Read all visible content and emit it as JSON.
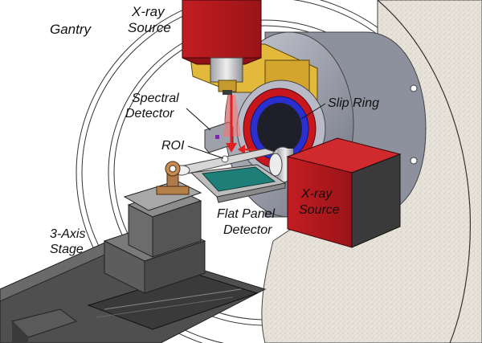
{
  "labels": {
    "gantry": "Gantry",
    "xray_source_top_line1": "X-ray",
    "xray_source_top_line2": "Source",
    "spectral_detector_line1": "Spectral",
    "spectral_detector_line2": "Detector",
    "slip_ring": "Slip Ring",
    "roi": "ROI",
    "xray_source_right_line1": "X-ray",
    "xray_source_right_line2": "Source",
    "flat_panel_line1": "Flat Panel",
    "flat_panel_line2": "Detector",
    "stage_line1": "3-Axis",
    "stage_line2": "Stage"
  },
  "colors": {
    "source_red": "#b3191e",
    "source_red_dark": "#7d0f12",
    "ring_gray": "#8a8d9a",
    "ring_gray_light": "#b9bcc7",
    "gantry_gold": "#e0b73a",
    "slip_ring_red": "#c8161d",
    "slip_ring_blue": "#2a2fd0",
    "beam_red": "#e02020",
    "detector_teal": "#1e7e78",
    "speckle_bg": "#e7e2da",
    "stage_dark": "#3a3a3a",
    "stage_mid": "#6c6c6c",
    "copper": "#b07a4a"
  }
}
